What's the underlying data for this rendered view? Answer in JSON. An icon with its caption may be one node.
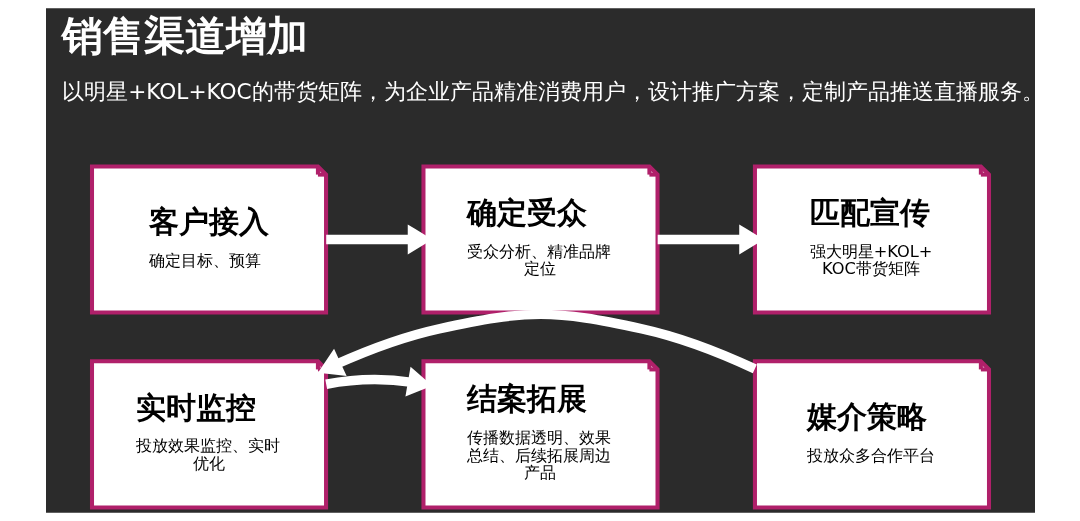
{
  "diagram": {
    "title": "销售渠道增加",
    "nodes": [
      {
        "text": [
          "客户接入",
          "确定目标、预算"
        ]
      },
      {
        "text": [
          "确定受众",
          "受众分析、精准品牌定位"
        ]
      },
      {
        "text": [
          "匹配宣传",
          "强大明星+KOL+KOC带货矩阵"
        ]
      },
      {
        "text": [
          "结案拓展",
          "传播数据透明、效果总结、后续拓展周边产品"
        ]
      },
      {
        "text": [
          "实时监控",
          "投放效果监控、实时优化"
        ]
      },
      {
        "text": [
          "媒介策略",
          "投放众多合作平台"
        ]
      }
    ],
    "edges": [
      {
        "from": 0,
        "to": 1,
        "arrow": "to"
      },
      {
        "from": 1,
        "to": 2,
        "arrow": "to"
      },
      {
        "from": 5,
        "to": 4,
        "arrow": "to"
      },
      {
        "from": 4,
        "to": 3,
        "arrow": "to"
      }
    ],
    "labels": [
      "以明星+KOL+KOC的带货矩阵，为企业产品精准消费用户，设计推广方案，定制产品推送直播服务。"
    ]
  }
}
